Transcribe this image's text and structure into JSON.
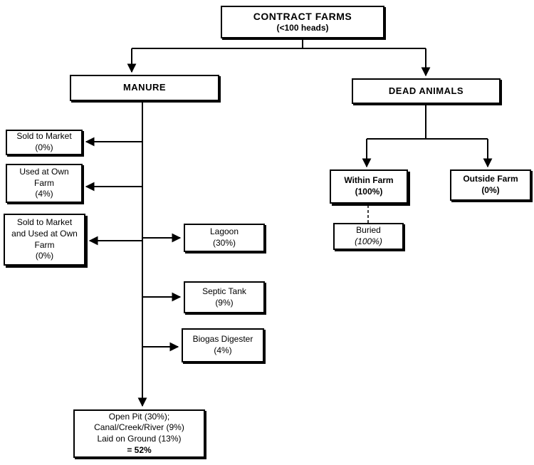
{
  "diagram": {
    "root": {
      "title": "CONTRACT FARMS",
      "subtitle": "(<100 heads)"
    },
    "manure": {
      "label": "MANURE"
    },
    "dead_animals": {
      "label": "DEAD ANIMALS"
    },
    "sold_to_market": {
      "label": "Sold to Market\n(0%)"
    },
    "used_at_own_farm": {
      "label": "Used at Own\nFarm\n(4%)"
    },
    "sold_and_used": {
      "label": "Sold to Market\nand Used at Own\nFarm\n(0%)"
    },
    "lagoon": {
      "label": "Lagoon\n(30%)"
    },
    "septic_tank": {
      "label": "Septic Tank\n(9%)"
    },
    "biogas_digester": {
      "label": "Biogas Digester\n(4%)"
    },
    "open_pit": {
      "lines": "Open Pit (30%);\nCanal/Creek/River (9%)\nLaid on Ground (13%)",
      "total": "= 52%"
    },
    "within_farm": {
      "label": "Within Farm\n(100%)"
    },
    "outside_farm": {
      "label": "Outside Farm\n(0%)"
    },
    "buried": {
      "name": "Buried",
      "pct": "(100%)"
    }
  }
}
